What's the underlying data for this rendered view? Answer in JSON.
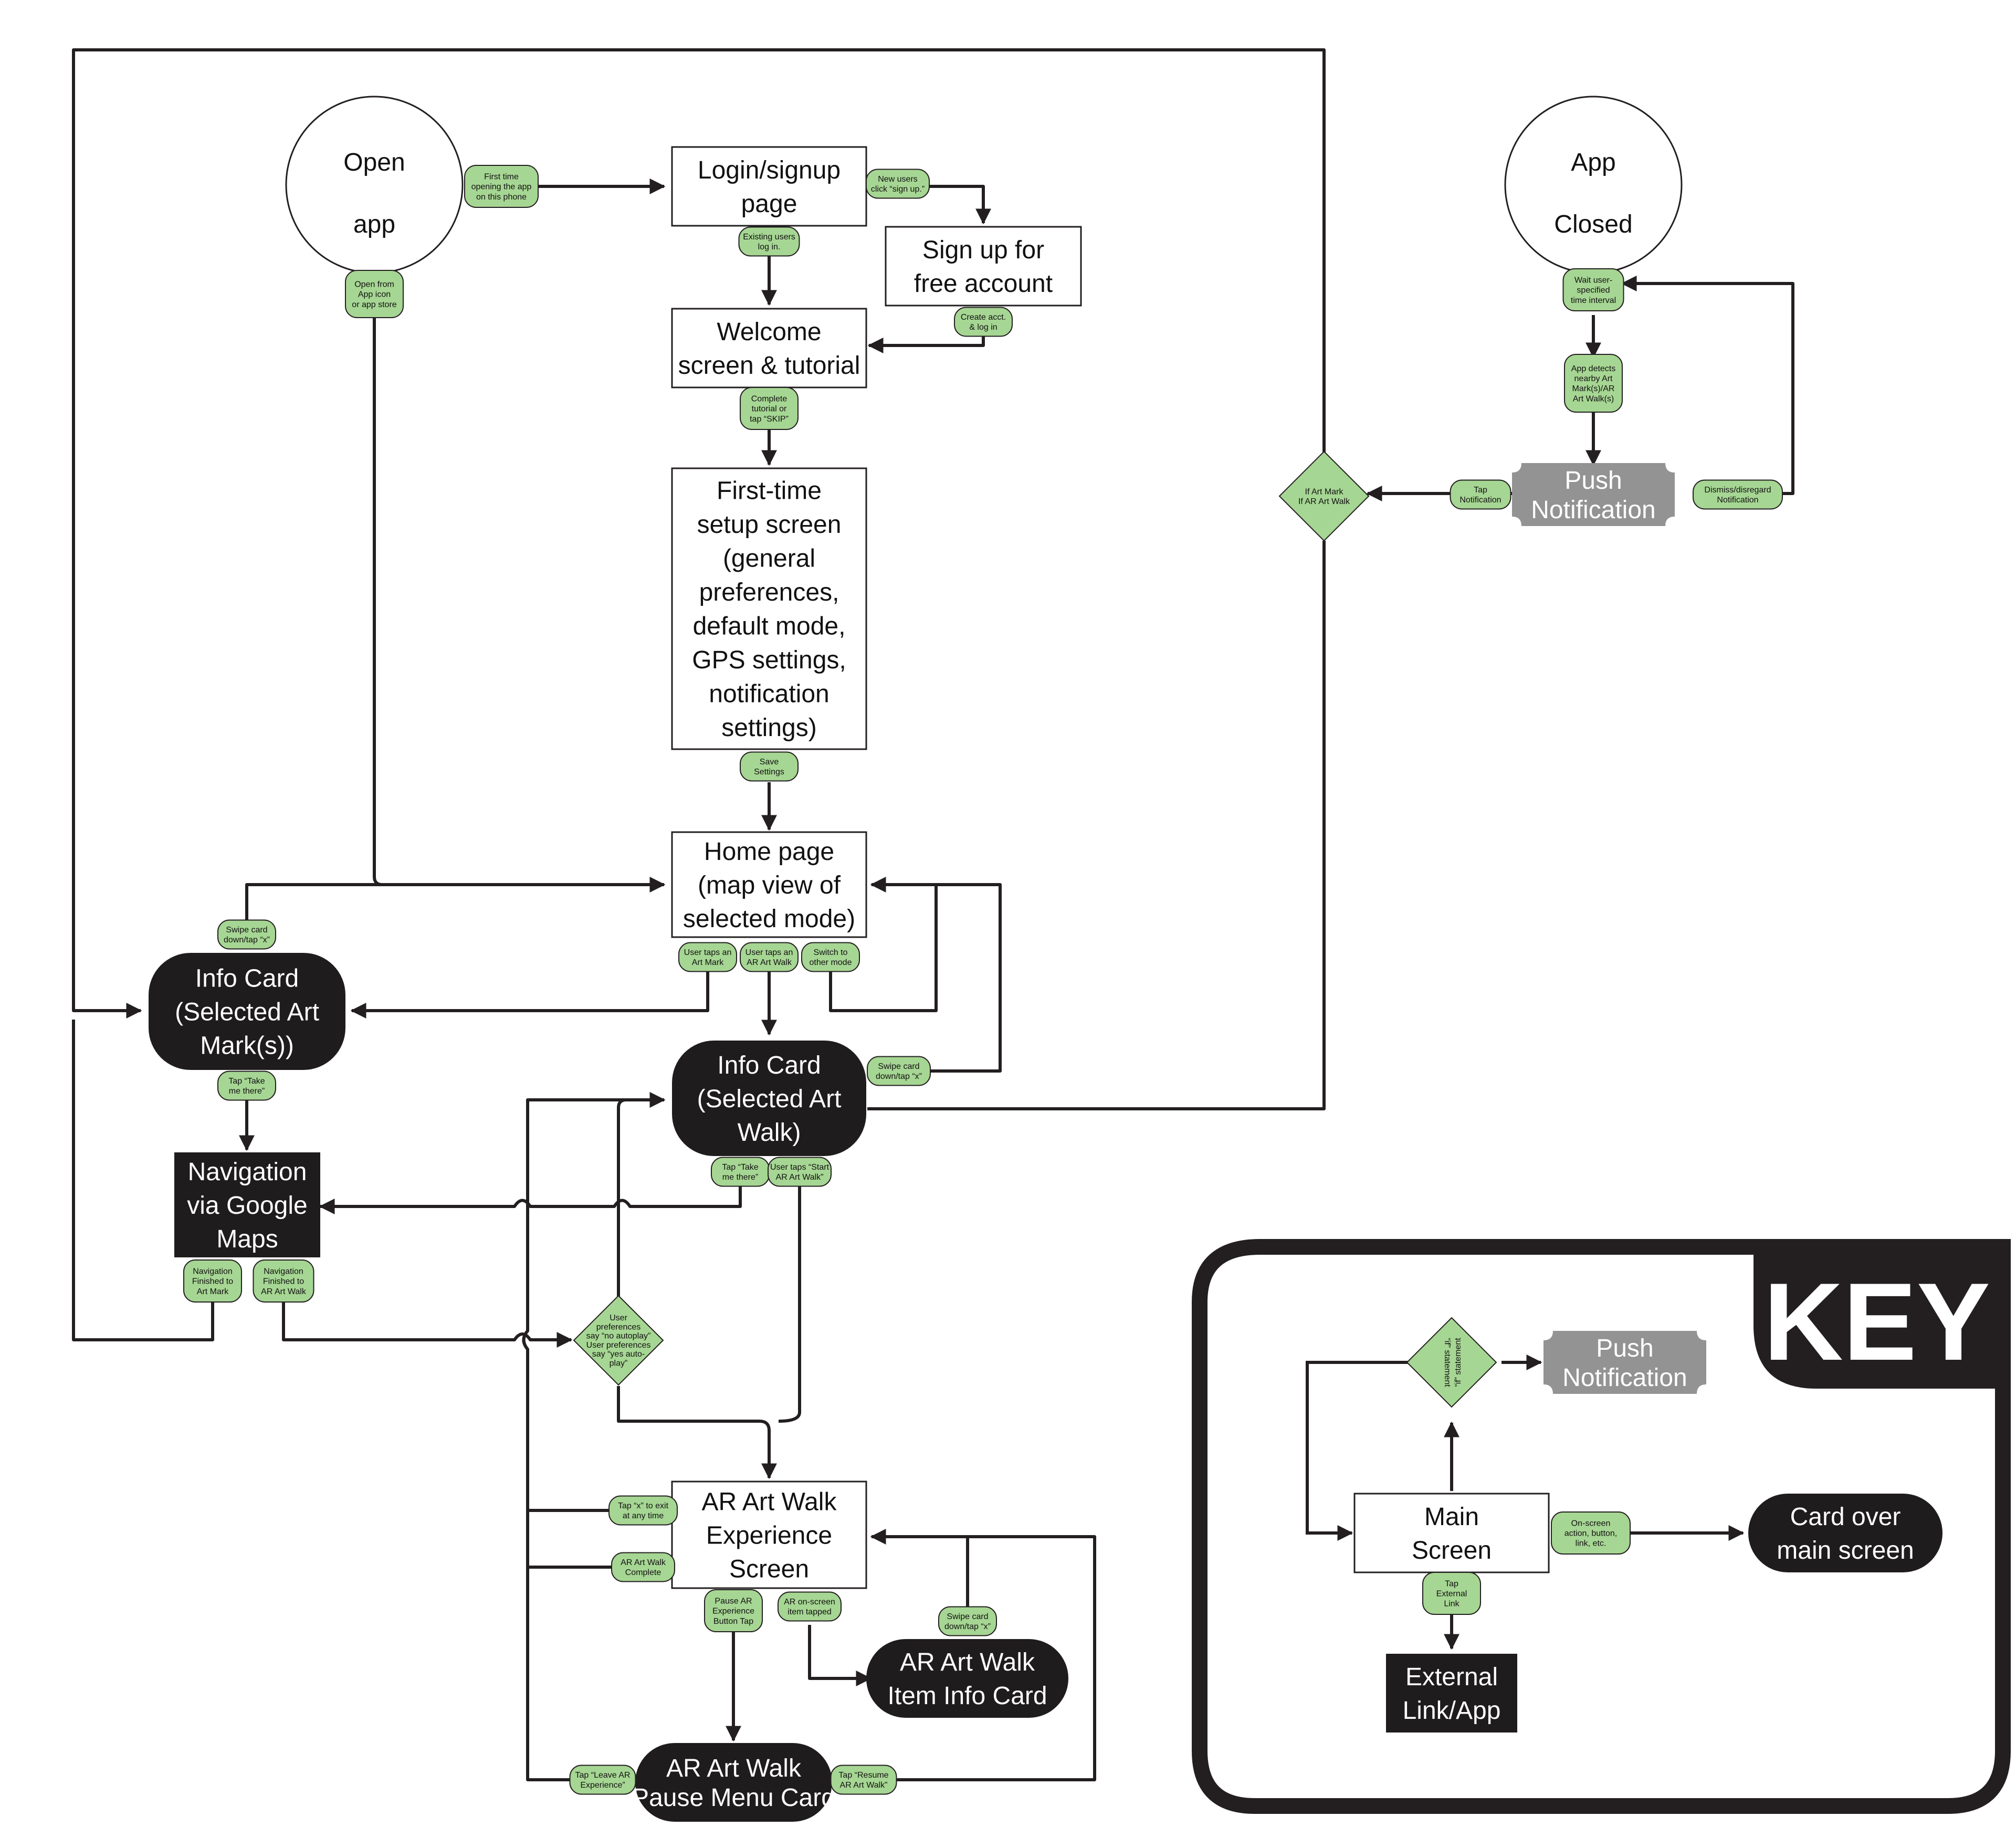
{
  "colors": {
    "label_fill": "#a6d693",
    "dark_node": "#1f1c1d",
    "push_fill": "#939393",
    "line": "#231f20"
  },
  "nodes": {
    "open_app": [
      "Open",
      "app"
    ],
    "login": [
      "Login/signup",
      "page"
    ],
    "signup": [
      "Sign up for",
      "free account"
    ],
    "welcome": [
      "Welcome",
      "screen & tutorial"
    ],
    "setup": [
      "First-time",
      "setup screen",
      "(general",
      "preferences,",
      "default mode,",
      "GPS settings,",
      "notification",
      "settings)"
    ],
    "home": [
      "Home page",
      "(map view of",
      "selected mode)"
    ],
    "info_mark": [
      "Info Card",
      "(Selected Art",
      "Mark(s))"
    ],
    "info_walk": [
      "Info Card",
      "(Selected Art",
      "Walk)"
    ],
    "navigation": [
      "Navigation",
      "via Google",
      "Maps"
    ],
    "ar_walk": [
      "AR Art Walk",
      "Experience",
      "Screen"
    ],
    "ar_item": [
      "AR Art Walk",
      "Item Info Card"
    ],
    "ar_pause": [
      "AR Art Walk",
      "Pause Menu Card"
    ],
    "app_closed": [
      "App",
      "Closed"
    ],
    "push": [
      "Push",
      "Notification"
    ]
  },
  "labels": {
    "first_time": [
      "First time",
      "opening the app",
      "on this phone"
    ],
    "open_icon": [
      "Open from",
      "App icon",
      "or app store"
    ],
    "new_users": [
      "New users",
      "click “sign up.”"
    ],
    "existing": [
      "Existing users",
      "log in."
    ],
    "create_acct": [
      "Create acct.",
      "& log in"
    ],
    "complete_tut": [
      "Complete",
      "tutorial or",
      "tap “SKIP”"
    ],
    "save": [
      "Save",
      "Settings"
    ],
    "tap_mark": [
      "User taps an",
      "Art Mark"
    ],
    "tap_walk": [
      "User taps an",
      "AR Art Walk"
    ],
    "switch_mode": [
      "Switch to",
      "other mode"
    ],
    "swipe_info_mark": [
      "Swipe card",
      "down/tap “x”"
    ],
    "take_me_mark": [
      "Tap “Take",
      "me there”"
    ],
    "swipe_info_walk": [
      "Swipe card",
      "down/tap “x”"
    ],
    "take_me_walk": [
      "Tap “Take",
      "me there”"
    ],
    "start_walk": [
      "User taps “Start",
      "AR Art Walk”"
    ],
    "nav_fin_mark": [
      "Navigation",
      "Finished to",
      "Art Mark"
    ],
    "nav_fin_walk": [
      "Navigation",
      "Finished to",
      "AR Art Walk"
    ],
    "autoplay": [
      "User",
      "preferences",
      "say “no autoplay”",
      "User preferences",
      "say “yes auto-",
      "play”"
    ],
    "tap_x_exit": [
      "Tap “x” to exit",
      "at any time"
    ],
    "walk_complete": [
      "AR Art Walk",
      "Complete"
    ],
    "pause_btn": [
      "Pause AR",
      "Experience",
      "Button Tap"
    ],
    "onscreen_item": [
      "AR on-screen",
      "item tapped"
    ],
    "swipe_item": [
      "Swipe card",
      "down/tap “x”"
    ],
    "leave_ar": [
      "Tap “Leave AR",
      "Experience”"
    ],
    "resume_ar": [
      "Tap “Resume",
      "AR Art Walk”"
    ],
    "wait_interval": [
      "Wait user-",
      "specified",
      "time interval"
    ],
    "detects": [
      "App detects",
      "nearby Art",
      "Mark(s)/AR",
      "Art Walk(s)"
    ],
    "tap_notif": [
      "Tap",
      "Notification"
    ],
    "dismiss": [
      "Dismiss/disregard",
      "Notification"
    ],
    "if_mark_walk": [
      "If Art Mark",
      "If AR Art Walk"
    ]
  },
  "key": {
    "title": "KEY",
    "push": [
      "Push",
      "Notification"
    ],
    "main": [
      "Main",
      "Screen"
    ],
    "card": [
      "Card over",
      "main screen"
    ],
    "external": [
      "External",
      "Link/App"
    ],
    "if_statement_1": "“if” statement",
    "if_statement_2": "“if” statement",
    "onscreen_action": [
      "On-screen",
      "action, button,",
      "link, etc."
    ],
    "tap_external": [
      "Tap",
      "External",
      "Link"
    ]
  }
}
